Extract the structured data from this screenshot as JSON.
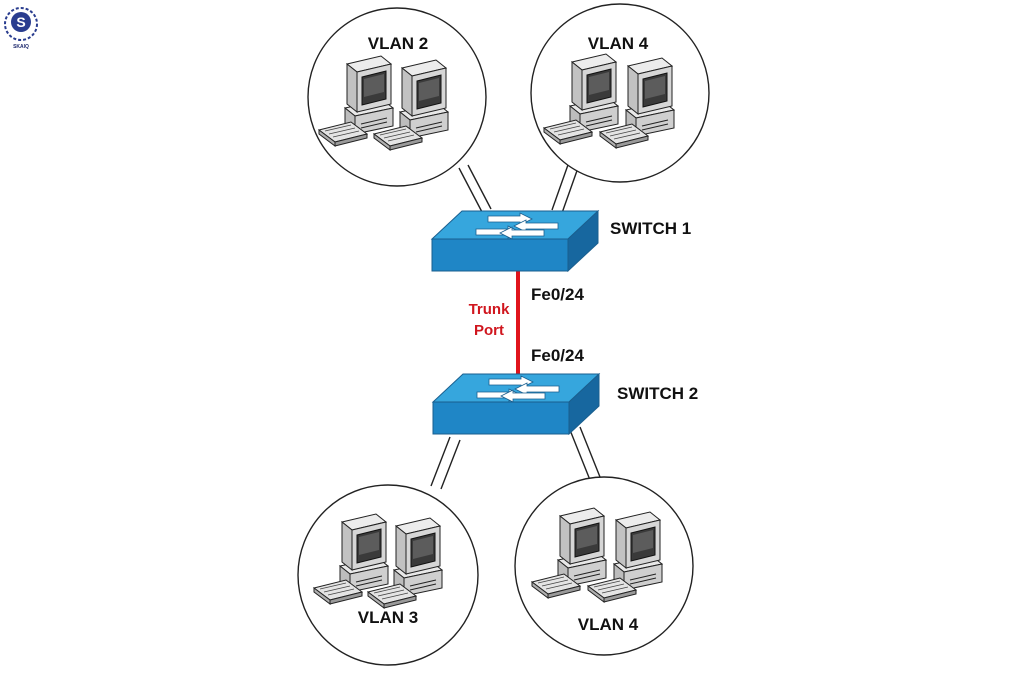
{
  "logo": {
    "letter": "S",
    "caption": "SKAIQ"
  },
  "colors": {
    "switch_top": "#2f9fd8",
    "switch_side": "#1a74b3",
    "trunk_line": "#e0141c",
    "trunk_text": "#d0161e",
    "logo": "#2a3d8f"
  },
  "switches": [
    {
      "id": "switch-1",
      "label": "SWITCH 1",
      "port": "Fe0/24",
      "icon": "switch-icon"
    },
    {
      "id": "switch-2",
      "label": "SWITCH 2",
      "port": "Fe0/24",
      "icon": "switch-icon"
    }
  ],
  "trunk": {
    "line1": "Trunk",
    "line2": "Port"
  },
  "vlans": [
    {
      "id": "vlan-2-top-left",
      "label": "VLAN 2",
      "computers": 2
    },
    {
      "id": "vlan-4-top-right",
      "label": "VLAN 4",
      "computers": 2
    },
    {
      "id": "vlan-3-bottom-left",
      "label": "VLAN 3",
      "computers": 2
    },
    {
      "id": "vlan-4-bottom-right",
      "label": "VLAN 4",
      "computers": 2
    }
  ]
}
